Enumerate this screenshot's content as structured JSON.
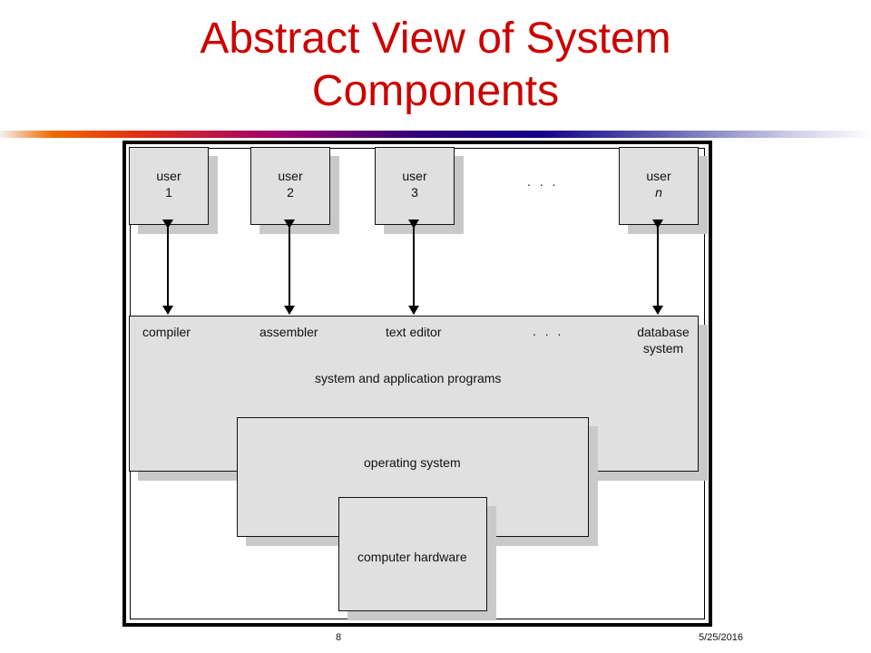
{
  "slide": {
    "title_line1": "Abstract View of System",
    "title_line2": "Components",
    "page_number": "8",
    "date": "5/25/2016"
  },
  "diagram": {
    "users": [
      {
        "label": "user",
        "index": "1"
      },
      {
        "label": "user",
        "index": "2"
      },
      {
        "label": "user",
        "index": "3"
      },
      {
        "label": "user",
        "index": "n"
      }
    ],
    "users_ellipsis": ". . .",
    "programs": [
      "compiler",
      "assembler",
      "text editor",
      "database system"
    ],
    "programs_ellipsis": ". . .",
    "programs_layer_label": "system and application programs",
    "os_label": "operating system",
    "hardware_label": "computer hardware"
  }
}
